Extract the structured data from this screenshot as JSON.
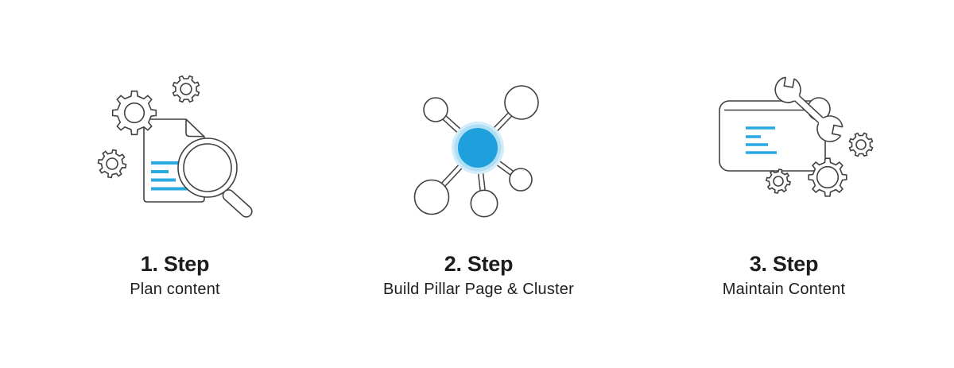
{
  "colors": {
    "bg": "#FFFFFF",
    "outline": "#414042",
    "accent": "#29A9E2",
    "node": "#1FA0DD",
    "halo": "#AFDFF5",
    "halo_outer": "#D3ECFA",
    "text": "#1D1D1D"
  },
  "steps": [
    {
      "title": "1. Step",
      "subtitle": "Plan content",
      "icon": "document-magnifier-gears-icon"
    },
    {
      "title": "2. Step",
      "subtitle": "Build Pillar Page & Cluster",
      "icon": "pillar-cluster-network-icon"
    },
    {
      "title": "3. Step",
      "subtitle": "Maintain Content",
      "icon": "card-wrench-gears-icon"
    }
  ]
}
